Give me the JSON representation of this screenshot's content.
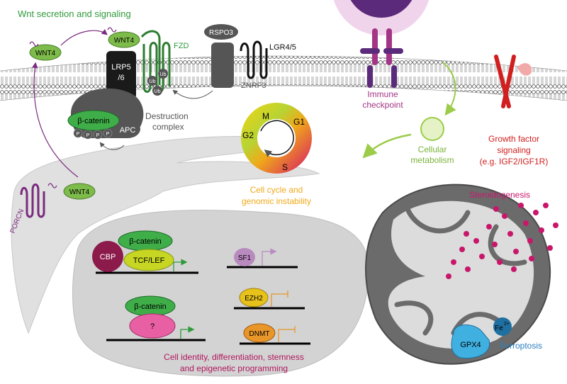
{
  "titles": {
    "wnt": "Wnt secretion and signaling",
    "cell_cycle_line1": "Cell cycle and",
    "cell_cycle_line2": "genomic instability",
    "immune_line1": "Immune",
    "immune_line2": "checkpoint",
    "metabolism_line1": "Cellular",
    "metabolism_line2": "metabolism",
    "growth_line1": "Growth factor",
    "growth_line2": "signaling",
    "growth_line3": "(e.g. IGF2/IGF1R)",
    "steroidogenesis": "Steroidogenesis",
    "ferroptosis": "Ferroptosis",
    "nucleus_line1": "Cell identity, differentiation, stemness",
    "nucleus_line2": "and epigenetic programming",
    "destruction_line1": "Destruction",
    "destruction_line2": "complex"
  },
  "labels": {
    "wnt4": "WNT4",
    "fzd": "FZD",
    "lrp_line1": "LRP5",
    "lrp_line2": "/6",
    "ub": "Ub",
    "rspo3": "RSPO3",
    "lgr": "LGR4/5",
    "znrf3": "ZNRF3",
    "beta_catenin": "β-catenin",
    "apc": "APC",
    "p": "P",
    "porcn": "PORCN",
    "cbp": "CBP",
    "tcf_lef": "TCF/LEF",
    "unknown": "?",
    "sf1": "SF1",
    "ezh2": "EZH2",
    "dnmt": "DNMT",
    "gpx4": "GPX4",
    "fe": "Fe",
    "fe_charge": "2+",
    "phase_m": "M",
    "phase_g1": "G1",
    "phase_g2": "G2",
    "phase_s": "S"
  },
  "colors": {
    "wnt_green": "#2e9a3a",
    "wnt_purple": "#7a2b7e",
    "protein_green": "#3fae49",
    "dark_gray": "#4a4a4a",
    "cbp": "#8c1a4a",
    "question": "#e85fa3",
    "sf1": "#b98ac0",
    "ezh2": "#e7c21b",
    "dnmt": "#e8962a",
    "nucleus_text": "#b0175e",
    "cycle_text": "#f0a91a",
    "immune_text": "#a43585",
    "growth_text": "#d11f1f",
    "metabolism_text": "#7ab23a",
    "ferroptosis_text": "#2a7fbf",
    "steroid_text": "#c8176b"
  },
  "icons": [
    "transmembrane-helix-icon",
    "cell-cycle-arrow-icon",
    "gene-arrow-icon",
    "inhibition-bar-icon",
    "curved-arrow-icon"
  ]
}
